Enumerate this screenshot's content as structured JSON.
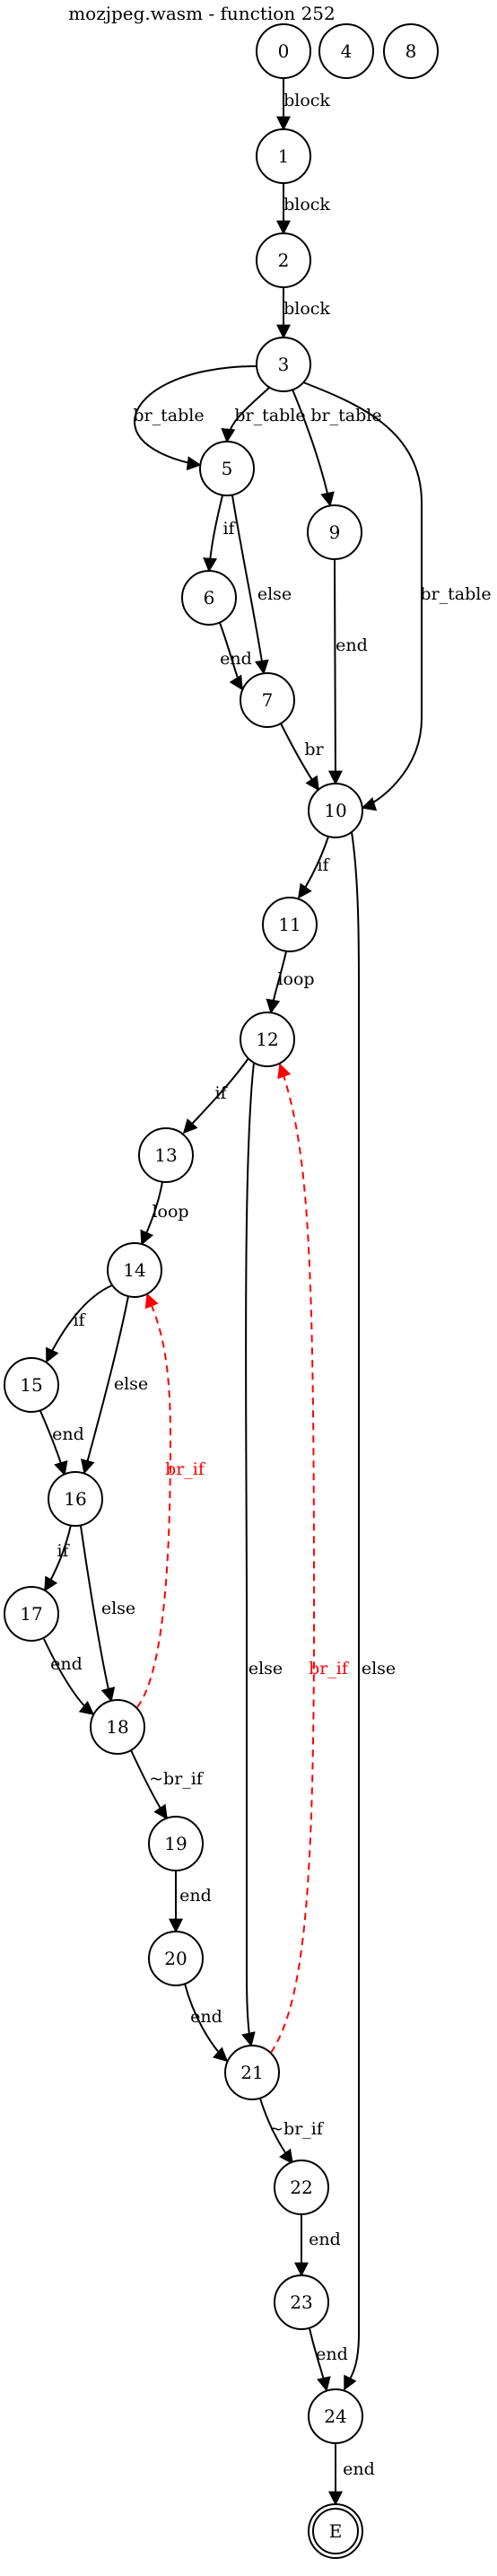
{
  "title": "mozjpeg.wasm - function 252",
  "colors": {
    "normal": "#000000",
    "back_edge": "#ff0000"
  },
  "nodes": [
    "0",
    "4",
    "8",
    "1",
    "2",
    "3",
    "5",
    "9",
    "6",
    "7",
    "10",
    "11",
    "12",
    "13",
    "14",
    "15",
    "16",
    "17",
    "18",
    "19",
    "20",
    "21",
    "22",
    "23",
    "24",
    "E"
  ],
  "edges": [
    {
      "from": "0",
      "to": "1",
      "label": "block"
    },
    {
      "from": "1",
      "to": "2",
      "label": "block"
    },
    {
      "from": "2",
      "to": "3",
      "label": "block"
    },
    {
      "from": "3",
      "to": "5",
      "label": "br_table"
    },
    {
      "from": "3",
      "to": "5",
      "label": "br_table"
    },
    {
      "from": "3",
      "to": "9",
      "label": "br_table"
    },
    {
      "from": "3",
      "to": "10",
      "label": "br_table"
    },
    {
      "from": "5",
      "to": "6",
      "label": "if"
    },
    {
      "from": "5",
      "to": "7",
      "label": "else"
    },
    {
      "from": "6",
      "to": "7",
      "label": "end"
    },
    {
      "from": "9",
      "to": "10",
      "label": "end"
    },
    {
      "from": "7",
      "to": "10",
      "label": "br"
    },
    {
      "from": "10",
      "to": "11",
      "label": "if"
    },
    {
      "from": "10",
      "to": "24",
      "label": "else"
    },
    {
      "from": "11",
      "to": "12",
      "label": "loop"
    },
    {
      "from": "12",
      "to": "13",
      "label": "if"
    },
    {
      "from": "12",
      "to": "21",
      "label": "else"
    },
    {
      "from": "13",
      "to": "14",
      "label": "loop"
    },
    {
      "from": "14",
      "to": "15",
      "label": "if"
    },
    {
      "from": "14",
      "to": "16",
      "label": "else"
    },
    {
      "from": "15",
      "to": "16",
      "label": "end"
    },
    {
      "from": "16",
      "to": "17",
      "label": "if"
    },
    {
      "from": "16",
      "to": "18",
      "label": "else"
    },
    {
      "from": "17",
      "to": "18",
      "label": "end"
    },
    {
      "from": "18",
      "to": "14",
      "label": "br_if",
      "style": "back"
    },
    {
      "from": "18",
      "to": "19",
      "label": "~br_if"
    },
    {
      "from": "19",
      "to": "20",
      "label": "end"
    },
    {
      "from": "20",
      "to": "21",
      "label": "end"
    },
    {
      "from": "21",
      "to": "12",
      "label": "br_if",
      "style": "back"
    },
    {
      "from": "21",
      "to": "22",
      "label": "~br_if"
    },
    {
      "from": "22",
      "to": "23",
      "label": "end"
    },
    {
      "from": "23",
      "to": "24",
      "label": "end"
    },
    {
      "from": "24",
      "to": "E",
      "label": "end"
    }
  ]
}
